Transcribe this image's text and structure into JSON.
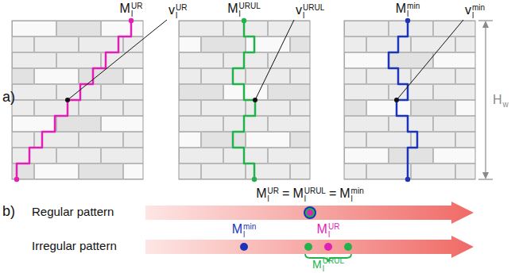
{
  "diagram": {
    "labels": [
      "a)",
      "b)",
      "M",
      "l",
      "UR",
      "v",
      "l",
      "UR",
      "M",
      "l",
      "URUL",
      "v",
      "l",
      "URUL",
      "M",
      "l",
      "min",
      "v",
      "l",
      "min",
      "H",
      "w",
      "Regular pattern",
      "M",
      "l",
      "UR",
      "=",
      "M",
      "l",
      "URUL",
      "=",
      "M",
      "l",
      "min",
      "Irregular pattern",
      "M",
      "l",
      "min",
      "M",
      "l",
      "UR",
      "M",
      "l",
      "URUL"
    ]
  }
}
